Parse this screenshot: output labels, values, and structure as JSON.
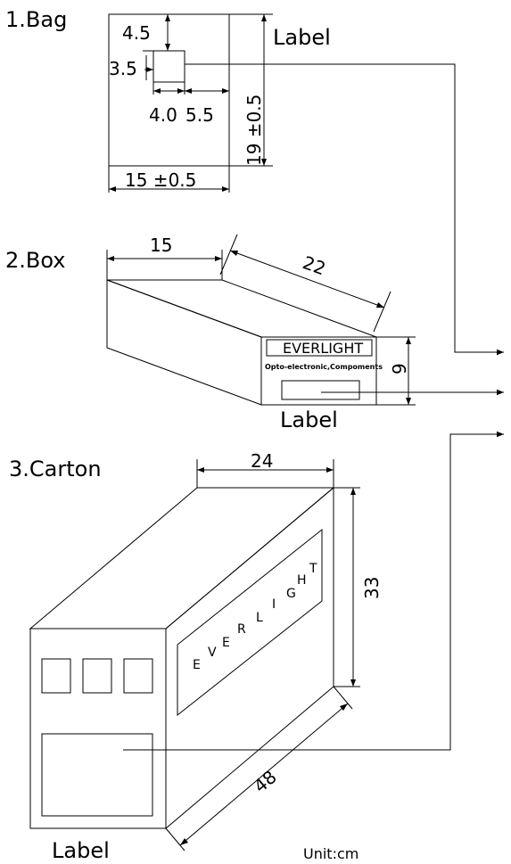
{
  "bag": {
    "title": "1.Bag",
    "label": "Label",
    "dim_top": "4.5",
    "dim_side": "3.5",
    "dim_inner": "4.0",
    "dim_inner2": "5.5",
    "height": "19 ±0.5",
    "width": "15 ±0.5"
  },
  "box": {
    "title": "2.Box",
    "dim_width": "15",
    "dim_length": "22",
    "dim_height": "9",
    "brand": "EVERLIGHT",
    "subtitle": "Opto-electronic,Compoments",
    "label": "Label"
  },
  "carton": {
    "title": "3.Carton",
    "dim_width": "24",
    "dim_height": "33",
    "dim_length": "48",
    "brand_letters": [
      "E",
      "V",
      "E",
      "R",
      "L",
      "I",
      "G",
      "H",
      "T"
    ],
    "label": "Label"
  },
  "unit": "Unit:cm"
}
